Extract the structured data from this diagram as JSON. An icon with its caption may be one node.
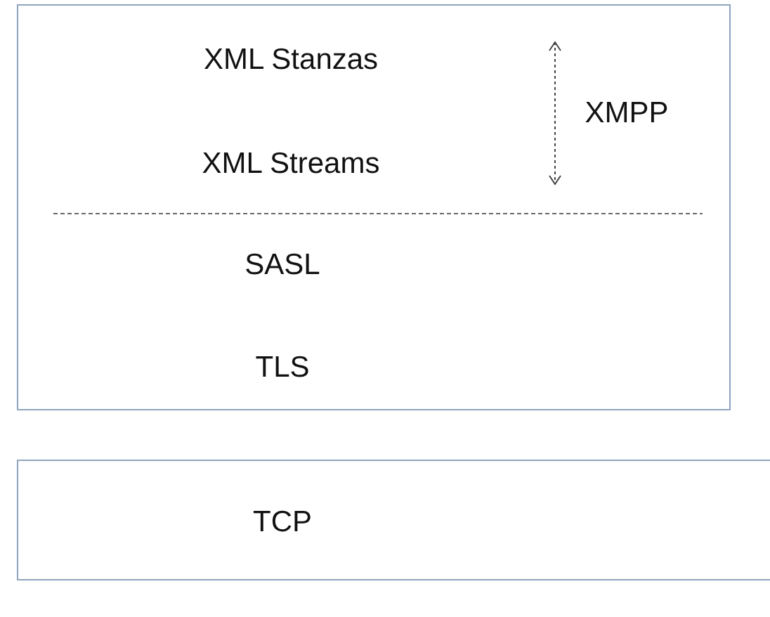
{
  "diagram": {
    "nodes": [
      {
        "text": [
          "XML Stanzas",
          "XML Streams",
          "XMPP",
          "SASL",
          "TLS"
        ]
      },
      {
        "text": [
          "TCP"
        ]
      }
    ]
  }
}
